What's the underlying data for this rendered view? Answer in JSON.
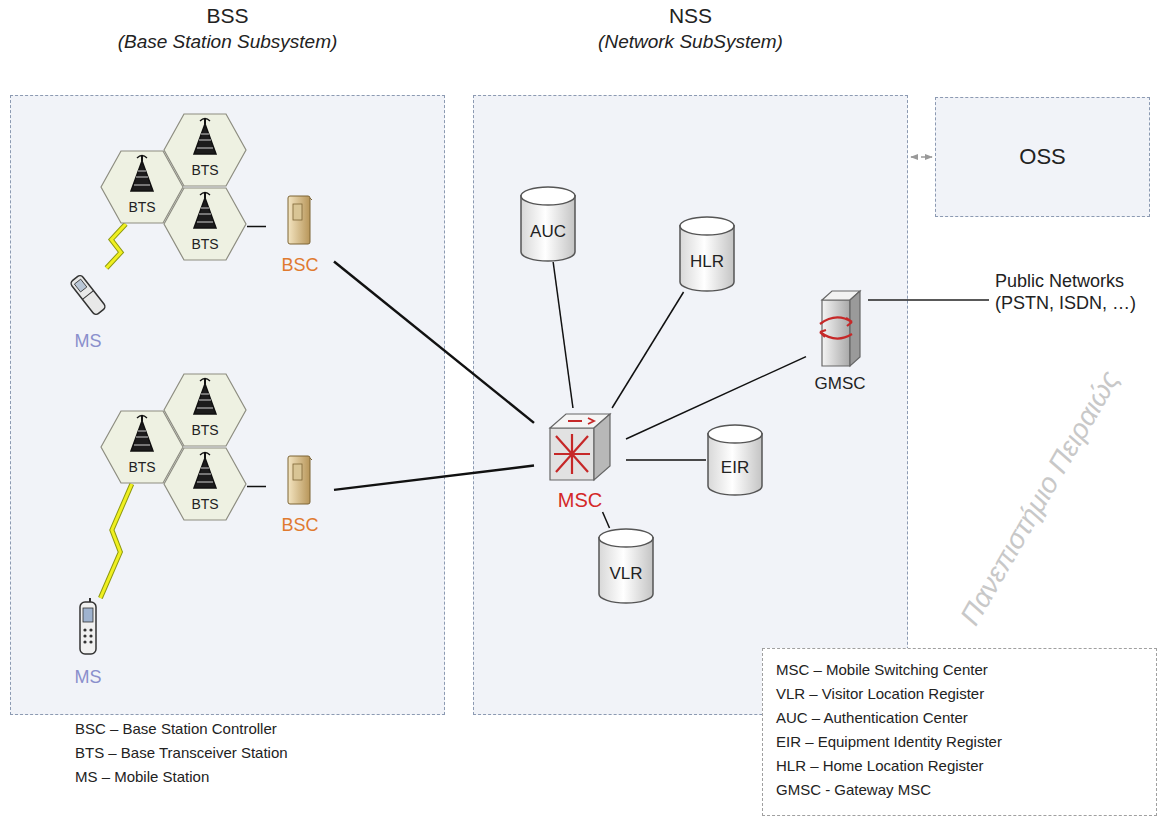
{
  "diagram": {
    "nodes": [
      {
        "text": [
          "BSS",
          "(Base Station Subsystem)"
        ]
      },
      {
        "text": [
          "NSS",
          "(Network SubSystem)"
        ]
      },
      {
        "text": [
          "OSS"
        ]
      },
      {
        "text": [
          "BTS"
        ],
        "in": 0
      },
      {
        "text": [
          "BTS"
        ],
        "in": 0
      },
      {
        "text": [
          "BTS"
        ],
        "in": 0
      },
      {
        "text": [
          "BSC"
        ],
        "in": 0
      },
      {
        "text": [
          "MS"
        ],
        "in": 0
      },
      {
        "text": [
          "BTS"
        ],
        "in": 0
      },
      {
        "text": [
          "BTS"
        ],
        "in": 0
      },
      {
        "text": [
          "BTS"
        ],
        "in": 0
      },
      {
        "text": [
          "BSC"
        ],
        "in": 0
      },
      {
        "text": [
          "MS"
        ],
        "in": 0
      },
      {
        "text": [
          "AUC"
        ],
        "in": 1
      },
      {
        "text": [
          "HLR"
        ],
        "in": 1
      },
      {
        "text": [
          "MSC"
        ],
        "in": 1
      },
      {
        "text": [
          "GMSC"
        ],
        "in": 1
      },
      {
        "text": [
          "EIR"
        ],
        "in": 1
      },
      {
        "text": [
          "VLR"
        ],
        "in": 1
      },
      {
        "text": [
          "MSC – Mobile Switching Center",
          "VLR – Visitor Location Register",
          "AUC – Authentication Center",
          "EIR – Equipment Identity Register",
          "HLR – Home Location Register",
          "GMSC - Gateway MSC"
        ]
      }
    ],
    "edges": [
      {
        "from": 7,
        "to": 3,
        "arrow": "none"
      },
      {
        "from": 5,
        "to": 6,
        "arrow": "none"
      },
      {
        "from": 6,
        "to": 15,
        "arrow": "none"
      },
      {
        "from": 12,
        "to": 8,
        "arrow": "none"
      },
      {
        "from": 10,
        "to": 11,
        "arrow": "none"
      },
      {
        "from": 11,
        "to": 15,
        "arrow": "none"
      },
      {
        "from": 15,
        "to": 13,
        "arrow": "none"
      },
      {
        "from": 15,
        "to": 14,
        "arrow": "none"
      },
      {
        "from": 15,
        "to": 16,
        "arrow": "none"
      },
      {
        "from": 15,
        "to": 17,
        "arrow": "none"
      },
      {
        "from": 15,
        "to": 18,
        "arrow": "none"
      },
      {
        "from": 1,
        "to": 2,
        "arrow": "both"
      }
    ],
    "labels": [
      "Public Networks (PSTN, ISDN, …)",
      "BSC – Base Station Controller",
      "BTS – Base Transceiver Station",
      "MS – Mobile Station",
      "Πανεπιστήμιο Πειραιώς"
    ]
  }
}
